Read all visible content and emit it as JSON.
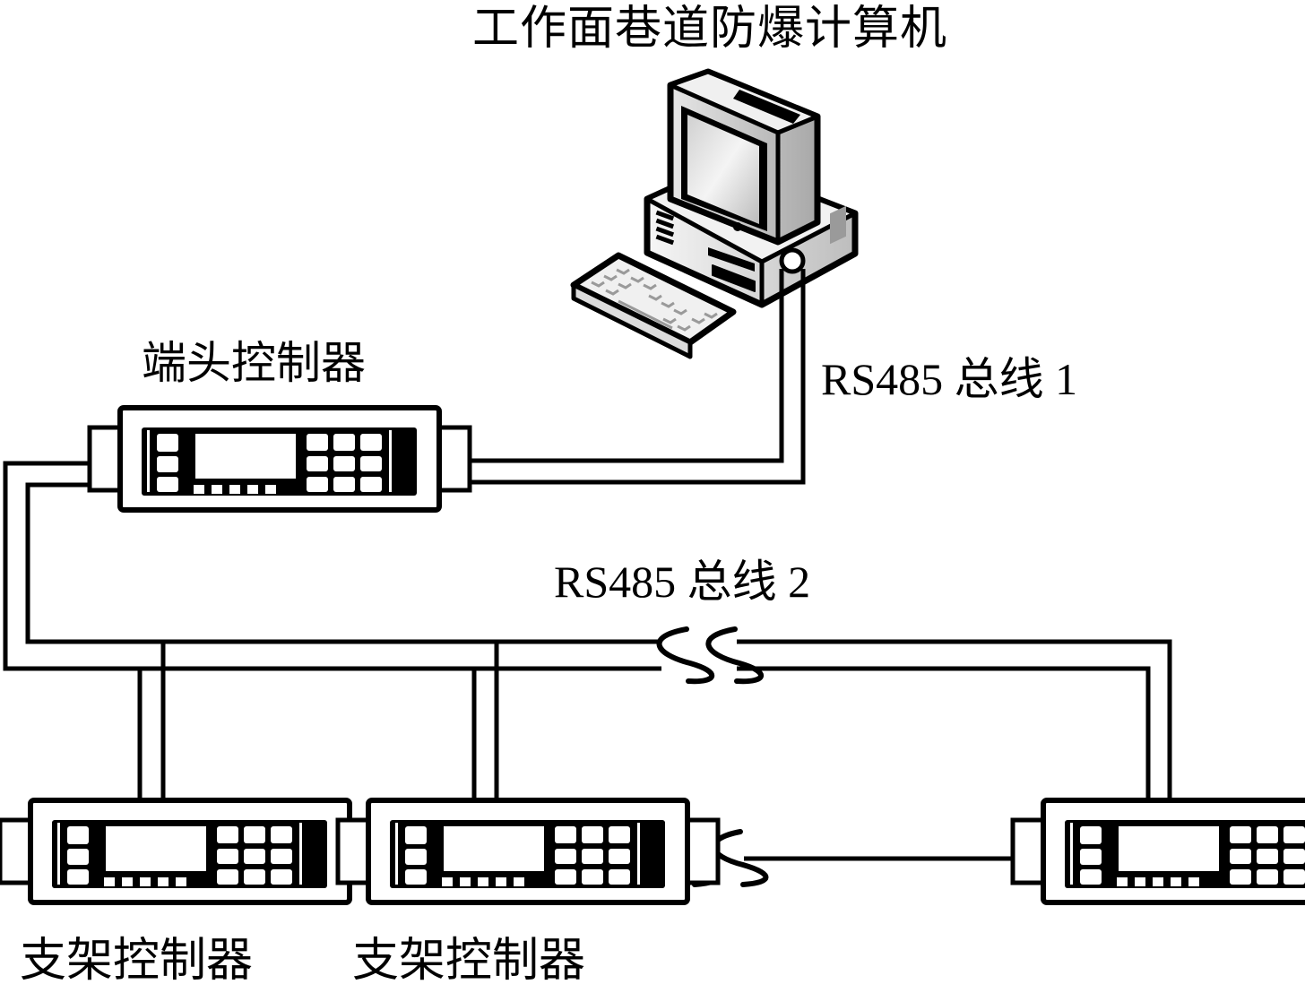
{
  "diagram": {
    "title": "工作面巷道防爆计算机",
    "nodes": {
      "computer": {
        "label": "工作面巷道防爆计算机",
        "icon": "desktop-computer-icon"
      },
      "head_controller": {
        "label": "端头控制器",
        "icon": "controller-panel-icon"
      },
      "support_controllers": [
        {
          "label": "支架控制器",
          "icon": "controller-panel-icon"
        },
        {
          "label": "支架控制器",
          "icon": "controller-panel-icon"
        },
        {
          "label": "",
          "icon": "controller-panel-icon"
        }
      ]
    },
    "buses": [
      {
        "label": "RS485 总线 1",
        "from": "工作面巷道防爆计算机",
        "to": "端头控制器"
      },
      {
        "label": "RS485 总线 2",
        "from": "端头控制器",
        "to": "支架控制器",
        "has_break": true
      }
    ],
    "links": [
      {
        "from": "支架控制器",
        "to": "支架控制器",
        "type": "adjacent-link"
      },
      {
        "from": "支架控制器",
        "to": "支架控制器",
        "type": "adjacent-link",
        "has_break": true
      }
    ],
    "colors": {
      "line": "#000000",
      "background": "#ffffff",
      "device_shade": "#c8c8c8"
    }
  }
}
